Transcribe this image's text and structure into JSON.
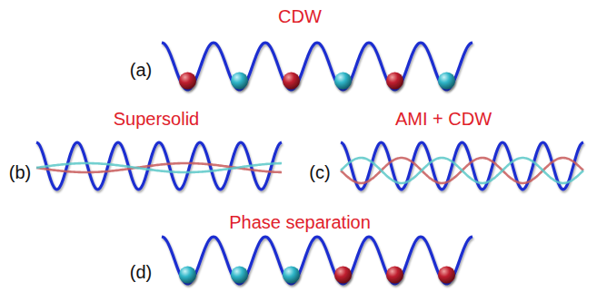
{
  "diagram": {
    "labels": [
      "CDW",
      "(a)",
      "Supersolid",
      "(b)",
      "AMI + CDW",
      "(c)",
      "Phase separation",
      "(d)"
    ]
  }
}
